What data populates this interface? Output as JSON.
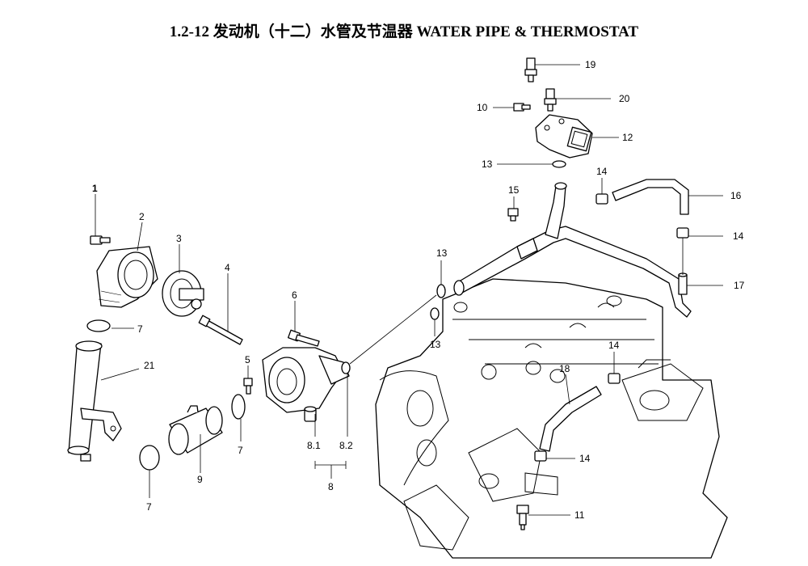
{
  "title": "1.2-12  发动机（十二）水管及节温器 WATER PIPE & THERMOSTAT",
  "callouts": {
    "p1": "1",
    "p2": "2",
    "p3": "3",
    "p4": "4",
    "p5": "5",
    "p6": "6",
    "p7a": "7",
    "p7b": "7",
    "p7c": "7",
    "p8": "8",
    "p81": "8.1",
    "p82": "8.2",
    "p9": "9",
    "p10": "10",
    "p11": "11",
    "p12": "12",
    "p13a": "13",
    "p13b": "13",
    "p13c": "13",
    "p14a": "14",
    "p14b": "14",
    "p14c": "14",
    "p14d": "14",
    "p15": "15",
    "p16": "16",
    "p17": "17",
    "p18": "18",
    "p19": "19",
    "p20": "20",
    "p21": "21"
  }
}
